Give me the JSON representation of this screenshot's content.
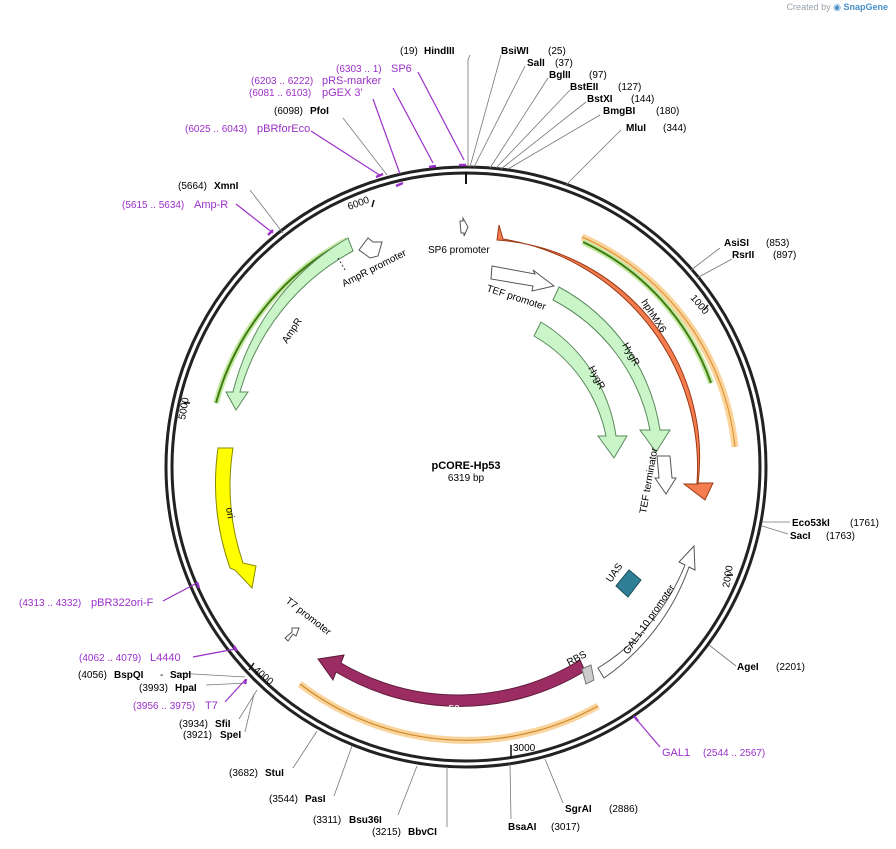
{
  "branding": {
    "created_by": "Created by",
    "product": "SnapGene"
  },
  "plasmid": {
    "name": "pCORE-Hp53",
    "size_label": "6319 bp",
    "total_bp": 6319
  },
  "ticks": [
    "1000",
    "2000",
    "3000",
    "4000",
    "5000",
    "6000"
  ],
  "features": [
    {
      "label": "hphMX6",
      "kind": "cds",
      "color": "#f47c4e"
    },
    {
      "label": "HygR",
      "kind": "cds",
      "color": "#c9f5c9"
    },
    {
      "label": "HygR",
      "kind": "cds",
      "color": "#c9f5c9"
    },
    {
      "label": "TEF promoter",
      "kind": "promoter",
      "color": "#ffffff"
    },
    {
      "label": "TEF terminator",
      "kind": "terminator",
      "color": "#ffffff"
    },
    {
      "label": "SP6 promoter",
      "kind": "promoter",
      "color": "#ffffff"
    },
    {
      "label": "AmpR promoter",
      "kind": "promoter",
      "color": "#ffffff"
    },
    {
      "label": "AmpR",
      "kind": "cds",
      "color": "#c9f5c9"
    },
    {
      "label": "ori",
      "kind": "origin",
      "color": "#ffff00"
    },
    {
      "label": "T7 promoter",
      "kind": "promoter",
      "color": "#ffffff"
    },
    {
      "label": "p53",
      "kind": "cds",
      "color": "#9b2d63"
    },
    {
      "label": "RBS",
      "kind": "rbs",
      "color": "#cccccc"
    },
    {
      "label": "GAL1,10 promoter",
      "kind": "promoter",
      "color": "#ffffff"
    },
    {
      "label": "UAS",
      "kind": "misc",
      "color": "#2f8096"
    }
  ],
  "enzymes": [
    {
      "name": "HindIII",
      "pos": "(19)"
    },
    {
      "name": "BsiWI",
      "pos": "(25)"
    },
    {
      "name": "SalI",
      "pos": "(37)"
    },
    {
      "name": "BglII",
      "pos": "(97)"
    },
    {
      "name": "BstEII",
      "pos": "(127)"
    },
    {
      "name": "BstXI",
      "pos": "(144)"
    },
    {
      "name": "BmgBI",
      "pos": "(180)"
    },
    {
      "name": "MluI",
      "pos": "(344)"
    },
    {
      "name": "AsiSI",
      "pos": "(853)"
    },
    {
      "name": "RsrII",
      "pos": "(897)"
    },
    {
      "name": "Eco53kI",
      "pos": "(1761)"
    },
    {
      "name": "SacI",
      "pos": "(1763)"
    },
    {
      "name": "AgeI",
      "pos": "(2201)"
    },
    {
      "name": "SgrAI",
      "pos": "(2886)"
    },
    {
      "name": "BsaAI",
      "pos": "(3017)"
    },
    {
      "name": "BbvCI",
      "pos": "(3215)"
    },
    {
      "name": "Bsu36I",
      "pos": "(3311)"
    },
    {
      "name": "PasI",
      "pos": "(3544)"
    },
    {
      "name": "StuI",
      "pos": "(3682)"
    },
    {
      "name": "SpeI",
      "pos": "(3921)"
    },
    {
      "name": "SfiI",
      "pos": "(3934)"
    },
    {
      "name": "HpaI",
      "pos": "(3993)"
    },
    {
      "name": "SapI",
      "pos": ""
    },
    {
      "name": "BspQI",
      "pos": "(4056)"
    },
    {
      "name": "XmnI",
      "pos": "(5664)"
    },
    {
      "name": "PfoI",
      "pos": "(6098)"
    }
  ],
  "primers": [
    {
      "name": "SP6",
      "range": "(6303 .. 1)"
    },
    {
      "name": "pRS-marker",
      "range": "(6203 .. 6222)"
    },
    {
      "name": "pGEX 3'",
      "range": "(6081 .. 6103)"
    },
    {
      "name": "pBRforEco",
      "range": "(6025 .. 6043)"
    },
    {
      "name": "Amp-R",
      "range": "(5615 .. 5634)"
    },
    {
      "name": "pBR322ori-F",
      "range": "(4313 .. 4332)"
    },
    {
      "name": "L4440",
      "range": "(4062 .. 4079)"
    },
    {
      "name": "T7",
      "range": "(3956 .. 3975)"
    },
    {
      "name": "GAL1",
      "range": "(2544 .. 2567)"
    }
  ],
  "colors": {
    "backbone": "#222222",
    "primer": "#9b30c8",
    "enzyme_text": "#000000",
    "orf_outline": "#4a8f1e",
    "orf_glow": "#f6b35a"
  }
}
